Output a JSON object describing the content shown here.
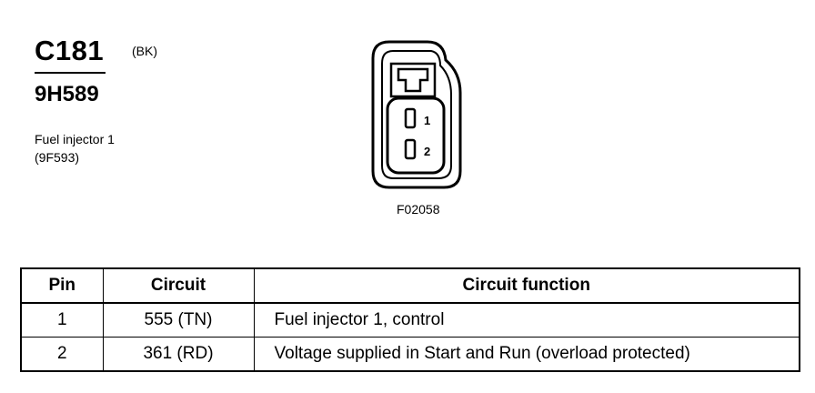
{
  "connector": {
    "id": "C181",
    "color": "(BK)",
    "part_number": "9H589"
  },
  "component": {
    "name": "Fuel injector 1",
    "part": "(9F593)"
  },
  "figure": {
    "code": "F02058",
    "pin_labels": [
      "1",
      "2"
    ]
  },
  "table": {
    "headers": [
      "Pin",
      "Circuit",
      "Circuit function"
    ],
    "rows": [
      {
        "pin": "1",
        "circuit": "555 (TN)",
        "function": "Fuel injector 1, control"
      },
      {
        "pin": "2",
        "circuit": "361 (RD)",
        "function": "Voltage supplied in Start and Run (overload protected)"
      }
    ]
  }
}
